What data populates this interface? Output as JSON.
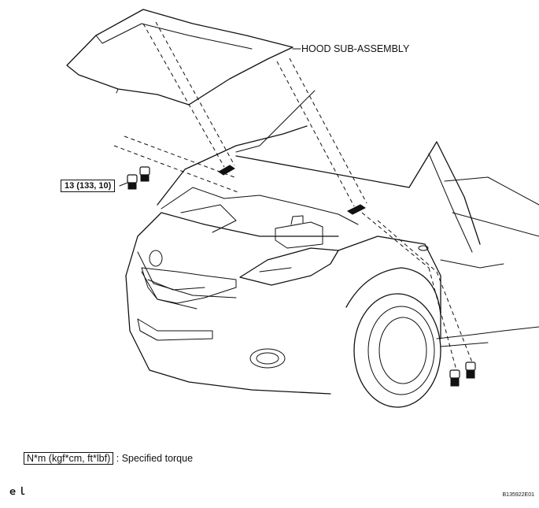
{
  "diagram": {
    "callouts": {
      "hood": "HOOD SUB-ASSEMBLY",
      "torque_value": "13 (133, 10)"
    },
    "legend": {
      "key": "N*m (kgf*cm, ft*lbf)",
      "description": ": Specified torque"
    },
    "corner_mark": "ｅｌ",
    "reference_code": "B135922E01"
  }
}
